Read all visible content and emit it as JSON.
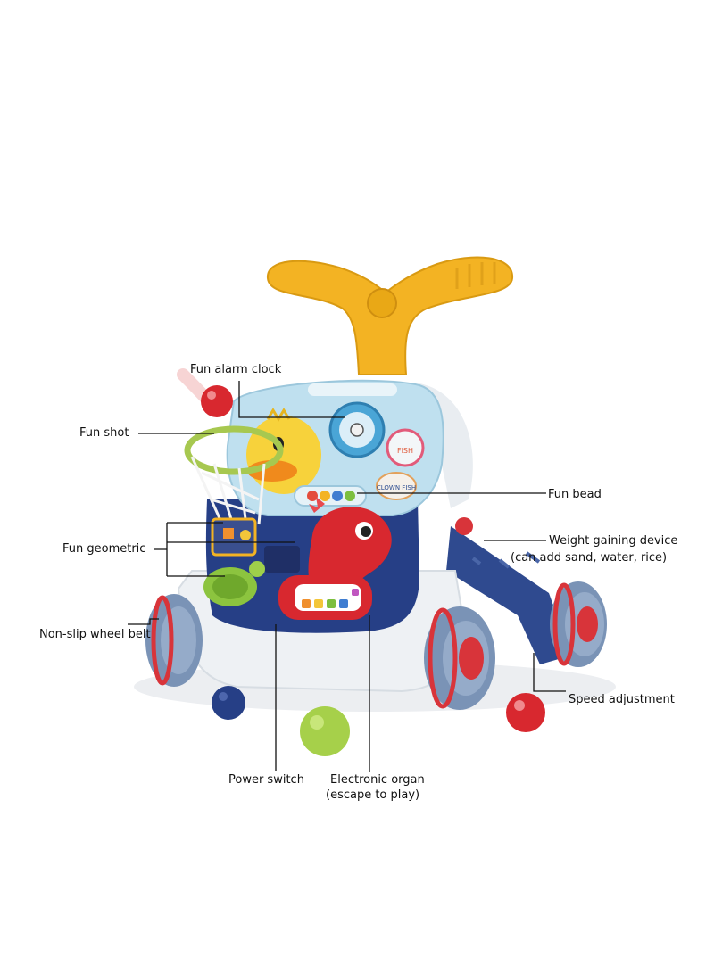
{
  "labels": {
    "fun_alarm_clock": "Fun alarm clock",
    "fun_shot": "Fun shot",
    "fun_bead": "Fun bead",
    "fun_geometric": "Fun geometric",
    "weight_gaining_device": "Weight gaining device",
    "weight_gaining_note": "(can add sand, water, rice)",
    "non_slip_wheel_belt": "Non-slip wheel belt",
    "speed_adjustment": "Speed adjustment",
    "power_switch": "Power switch",
    "electronic_organ": "Electronic organ",
    "electronic_organ_note": "(escape to play)"
  },
  "decal_text": {
    "fish_badge": "FISH",
    "clown_badge": "CLOWN FISH"
  },
  "colors": {
    "handle_yellow": "#f3b323",
    "panel_light_blue": "#bfe0ef",
    "body_navy": "#263f86",
    "body_white": "#eef1f4",
    "wheel_gray_blue": "#7a93b6",
    "wheel_red": "#d8343a",
    "seahorse_red": "#d8282f",
    "turtle_green": "#8cc43f",
    "ball_green": "#a6d04a"
  }
}
